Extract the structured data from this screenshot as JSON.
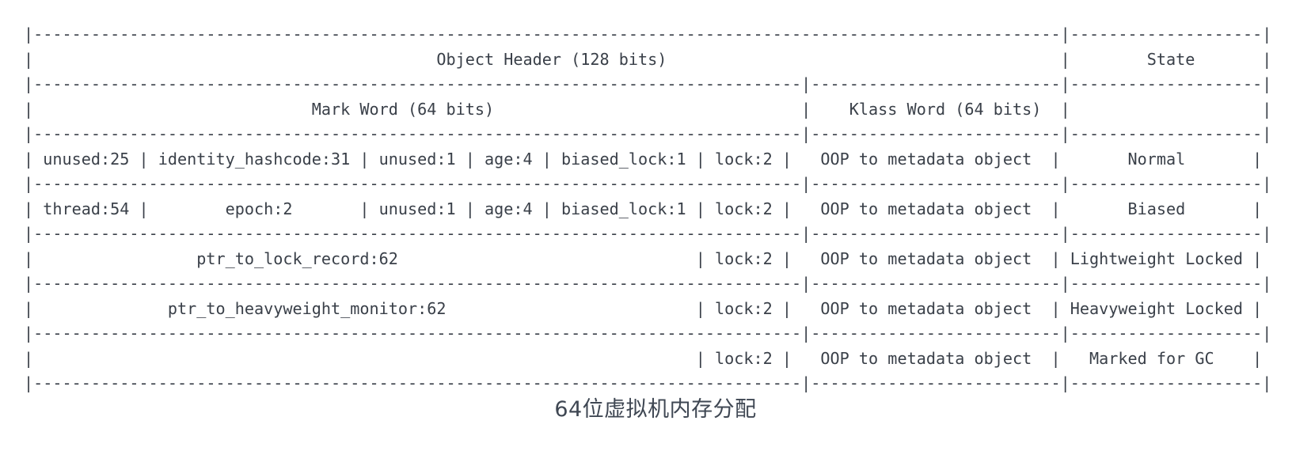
{
  "diagram": {
    "title_caption": "64位虚拟机内存分配",
    "char_columns": 133,
    "colors": {
      "text": "#3a4049",
      "background": "#ffffff",
      "caption": "#3f4753"
    },
    "headers": {
      "object_header": "Object Header (128 bits)",
      "state": "State",
      "mark_word": "Mark Word (64 bits)",
      "klass_word": "Klass Word (64 bits)"
    },
    "columns": [
      "Mark Word (64 bits)",
      "Klass Word (64 bits)",
      "State"
    ],
    "rows": [
      {
        "state": "Normal",
        "klass_word": "OOP to metadata object",
        "mark_word_fields": [
          "unused:25",
          "identity_hashcode:31",
          "unused:1",
          "age:4",
          "biased_lock:1",
          "lock:2"
        ]
      },
      {
        "state": "Biased",
        "klass_word": "OOP to metadata object",
        "mark_word_fields": [
          "thread:54",
          "epoch:2",
          "unused:1",
          "age:4",
          "biased_lock:1",
          "lock:2"
        ]
      },
      {
        "state": "Lightweight Locked",
        "klass_word": "OOP to metadata object",
        "mark_word_fields": [
          "ptr_to_lock_record:62",
          "lock:2"
        ]
      },
      {
        "state": "Heavyweight Locked",
        "klass_word": "OOP to metadata object",
        "mark_word_fields": [
          "ptr_to_heavyweight_monitor:62",
          "lock:2"
        ]
      },
      {
        "state": "Marked for GC",
        "klass_word": "OOP to metadata object",
        "mark_word_fields": [
          "",
          "lock:2"
        ]
      }
    ],
    "ascii_lines": [
      "|--------------------------------------------------------------------------------|--------------------|",
      "|                             Object Header (128 bits)                           |       State        |",
      "|---------------------------------------------|----------------------------------|--------------------|",
      "|              Mark Word (64 bits)             |      Klass Word (64 bits)        |                    |",
      "|---------------------------------------------|----------------------------------|--------------------|",
      "| unused:25 | identity_hashcode:31 | unused:1 | age:4 | biased_lock:1 | lock:2 |   OOP to metadata object   |       Normal       |",
      "|---------------------------------------------|----------------------------------|--------------------|",
      "| thread:54 |        epoch:2       | unused:1 | age:4 | biased_lock:1 | lock:2 |   OOP to metadata object   |       Biased       |",
      "|---------------------------------------------|----------------------------------|--------------------|",
      "|              ptr_to_lock_record:62                                  | lock:2 |   OOP to metadata object   | Lightweight Locked |",
      "|---------------------------------------------|----------------------------------|--------------------|",
      "|           ptr_to_heavyweight_monitor:62                             | lock:2 |   OOP to metadata object   | Heavyweight Locked |",
      "|---------------------------------------------|----------------------------------|--------------------|",
      "|                                                                     | lock:2 |   OOP to metadata object   |   Marked for GC    |",
      "|---------------------------------------------|----------------------------------|--------------------|"
    ],
    "render_lines": [
      "|------------------------------------------------------------------------------------|--------------------|",
      "|                             Object Header (128 bits)                               |        State       |",
      "|-----------------------------------------------------|------------------------------|--------------------|",
      "|                 Mark Word (64 bits)                  |      Klass Word (64 bits)    |                    |",
      "|-----------------------------------------------------|------------------------------|--------------------|",
      "| unused:25 | identity_hashcode:31 | unused:1 | age:4 | biased_lock:1 | lock:2 |   OOP to metadata object   |       Normal       |",
      "|-----------------------------------------------------|------------------------------|--------------------|"
    ],
    "line_01": "|-------------------------------------------------------------------------------------------|--------------------|",
    "line_02": "|                                  Object Header (128 bits)                                 |        State       |",
    "line_03": "|----------------------------------------------------------------|--------------------------|--------------------|",
    "line_04": "|                      Mark Word (64 bits)                       |    Klass Word (64 bits)  |                    |",
    "line_05": "|----------------------------------------------------------------|--------------------------|--------------------|",
    "line_06": "| unused:25 | identity_hashcode:31 | unused:1 | age:4 | biased_lock:1 | lock:2 |  OOP to metadata object  |       Normal       |",
    "line_07": "|----------------------------------------------------------------|--------------------------|--------------------|",
    "line_08": "| thread:54 |      epoch:2      | unused:1 | age:4 | biased_lock:1 | lock:2 |  OOP to metadata object  |       Biased       |",
    "line_09": "|----------------------------------------------------------------|--------------------------|--------------------|",
    "line_10": "|                ptr_to_lock_record:62                  | lock:2 |  OOP to metadata object  | Lightweight Locked |",
    "line_11": "|----------------------------------------------------------------|--------------------------|--------------------|",
    "line_12": "|             ptr_to_heavyweight_monitor:62             | lock:2 |  OOP to metadata object  | Heavyweight Locked |",
    "line_13": "|----------------------------------------------------------------|--------------------------|--------------------|",
    "line_14": "|                                                       | lock:2 |  OOP to metadata object  |   Marked for GC    |",
    "line_15": "|----------------------------------------------------------------|--------------------------|--------------------|",
    "l1": "|-----------------------------------------------------------------------------------------------------------|--------------------|",
    "l2": "|                                          Object Header (128 bits)                                         |        State       |",
    "l3": "|--------------------------------------------------------------------------------|--------------------------|--------------------|",
    "l4": "|                             Mark Word (64 bits)                                |    Klass Word (64 bits)  |                    |",
    "l5": "|--------------------------------------------------------------------------------|--------------------------|--------------------|",
    "l6": "| unused:25 | identity_hashcode:31 | unused:1 | age:4 | biased_lock:1 | lock:2 |   OOP to metadata object  |       Normal       |",
    "l7": "|--------------------------------------------------------------------------------|--------------------------|--------------------|",
    "l8": "| thread:54 |        epoch:2       | unused:1 | age:4 | biased_lock:1 | lock:2 |   OOP to metadata object  |       Biased       |",
    "l9": "|--------------------------------------------------------------------------------|--------------------------|--------------------|",
    "l10": "|                 ptr_to_lock_record:62                               | lock:2 |   OOP to metadata object  | Lightweight Locked |",
    "l11": "|--------------------------------------------------------------------------------|--------------------------|--------------------|",
    "l12": "|              ptr_to_heavyweight_monitor:62                          | lock:2 |   OOP to metadata object  | Heavyweight Locked |",
    "l13": "|--------------------------------------------------------------------------------|--------------------------|--------------------|",
    "l14": "|                                                                     | lock:2 |   OOP to metadata object  |   Marked for GC    |",
    "l15": "|--------------------------------------------------------------------------------|--------------------------|--------------------|"
  }
}
